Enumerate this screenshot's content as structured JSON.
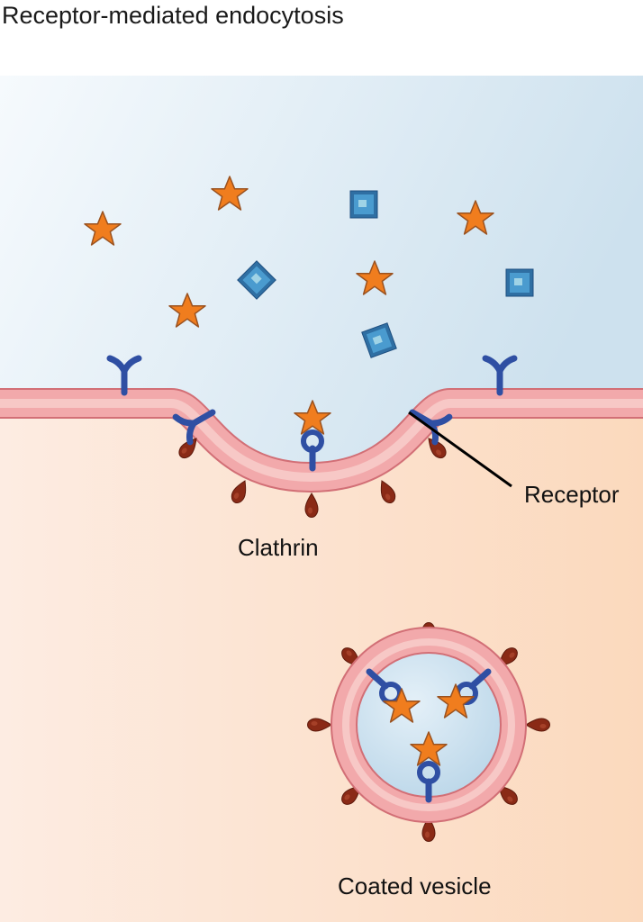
{
  "title": "Receptor-mediated endocytosis",
  "labels": {
    "receptor": "Receptor",
    "clathrin": "Clathrin",
    "coated_vesicle": "Coated vesicle"
  },
  "colors": {
    "extracellular_light": "#f4f9fd",
    "extracellular_dark": "#cfe2ef",
    "cytoplasm_light": "#fdebe0",
    "cytoplasm_dark": "#fbd8bc",
    "membrane": "#f2a9ab",
    "membrane_inner": "#f7c4c4",
    "membrane_edge": "#d26f76",
    "receptor": "#2f4fa3",
    "ligand_star": "#f07d1e",
    "ligand_star_edge": "#8a4a1a",
    "ligand_square": "#3a8fc0",
    "clathrin": "#8a2a16",
    "vesicle_lumen": "#c9e0ee"
  }
}
